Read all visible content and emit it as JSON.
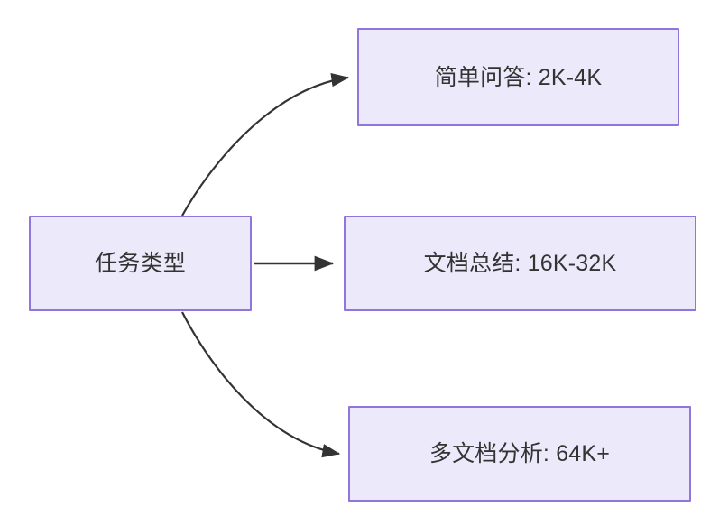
{
  "diagram": {
    "type": "flowchart",
    "direction": "left-to-right",
    "background_color": "#FFFFFF",
    "node_fill_color": "#ECEAFA",
    "node_border_color": "#9275DB",
    "node_text_color": "#333333",
    "edge_color": "#333333",
    "nodes": [
      {
        "id": "root",
        "label": "任务类型"
      },
      {
        "id": "simple",
        "label": "简单问答: 2K-4K"
      },
      {
        "id": "doc",
        "label": "文档总结: 16K-32K"
      },
      {
        "id": "multi",
        "label": "多文档分析: 64K+"
      }
    ],
    "edges": [
      {
        "id": "edge-root-simple",
        "from": "root",
        "to": "simple",
        "style": "curved",
        "arrowhead": "solid-triangle"
      },
      {
        "id": "edge-root-doc",
        "from": "root",
        "to": "doc",
        "style": "straight",
        "arrowhead": "solid-triangle"
      },
      {
        "id": "edge-root-multi",
        "from": "root",
        "to": "multi",
        "style": "curved",
        "arrowhead": "solid-triangle"
      }
    ]
  }
}
